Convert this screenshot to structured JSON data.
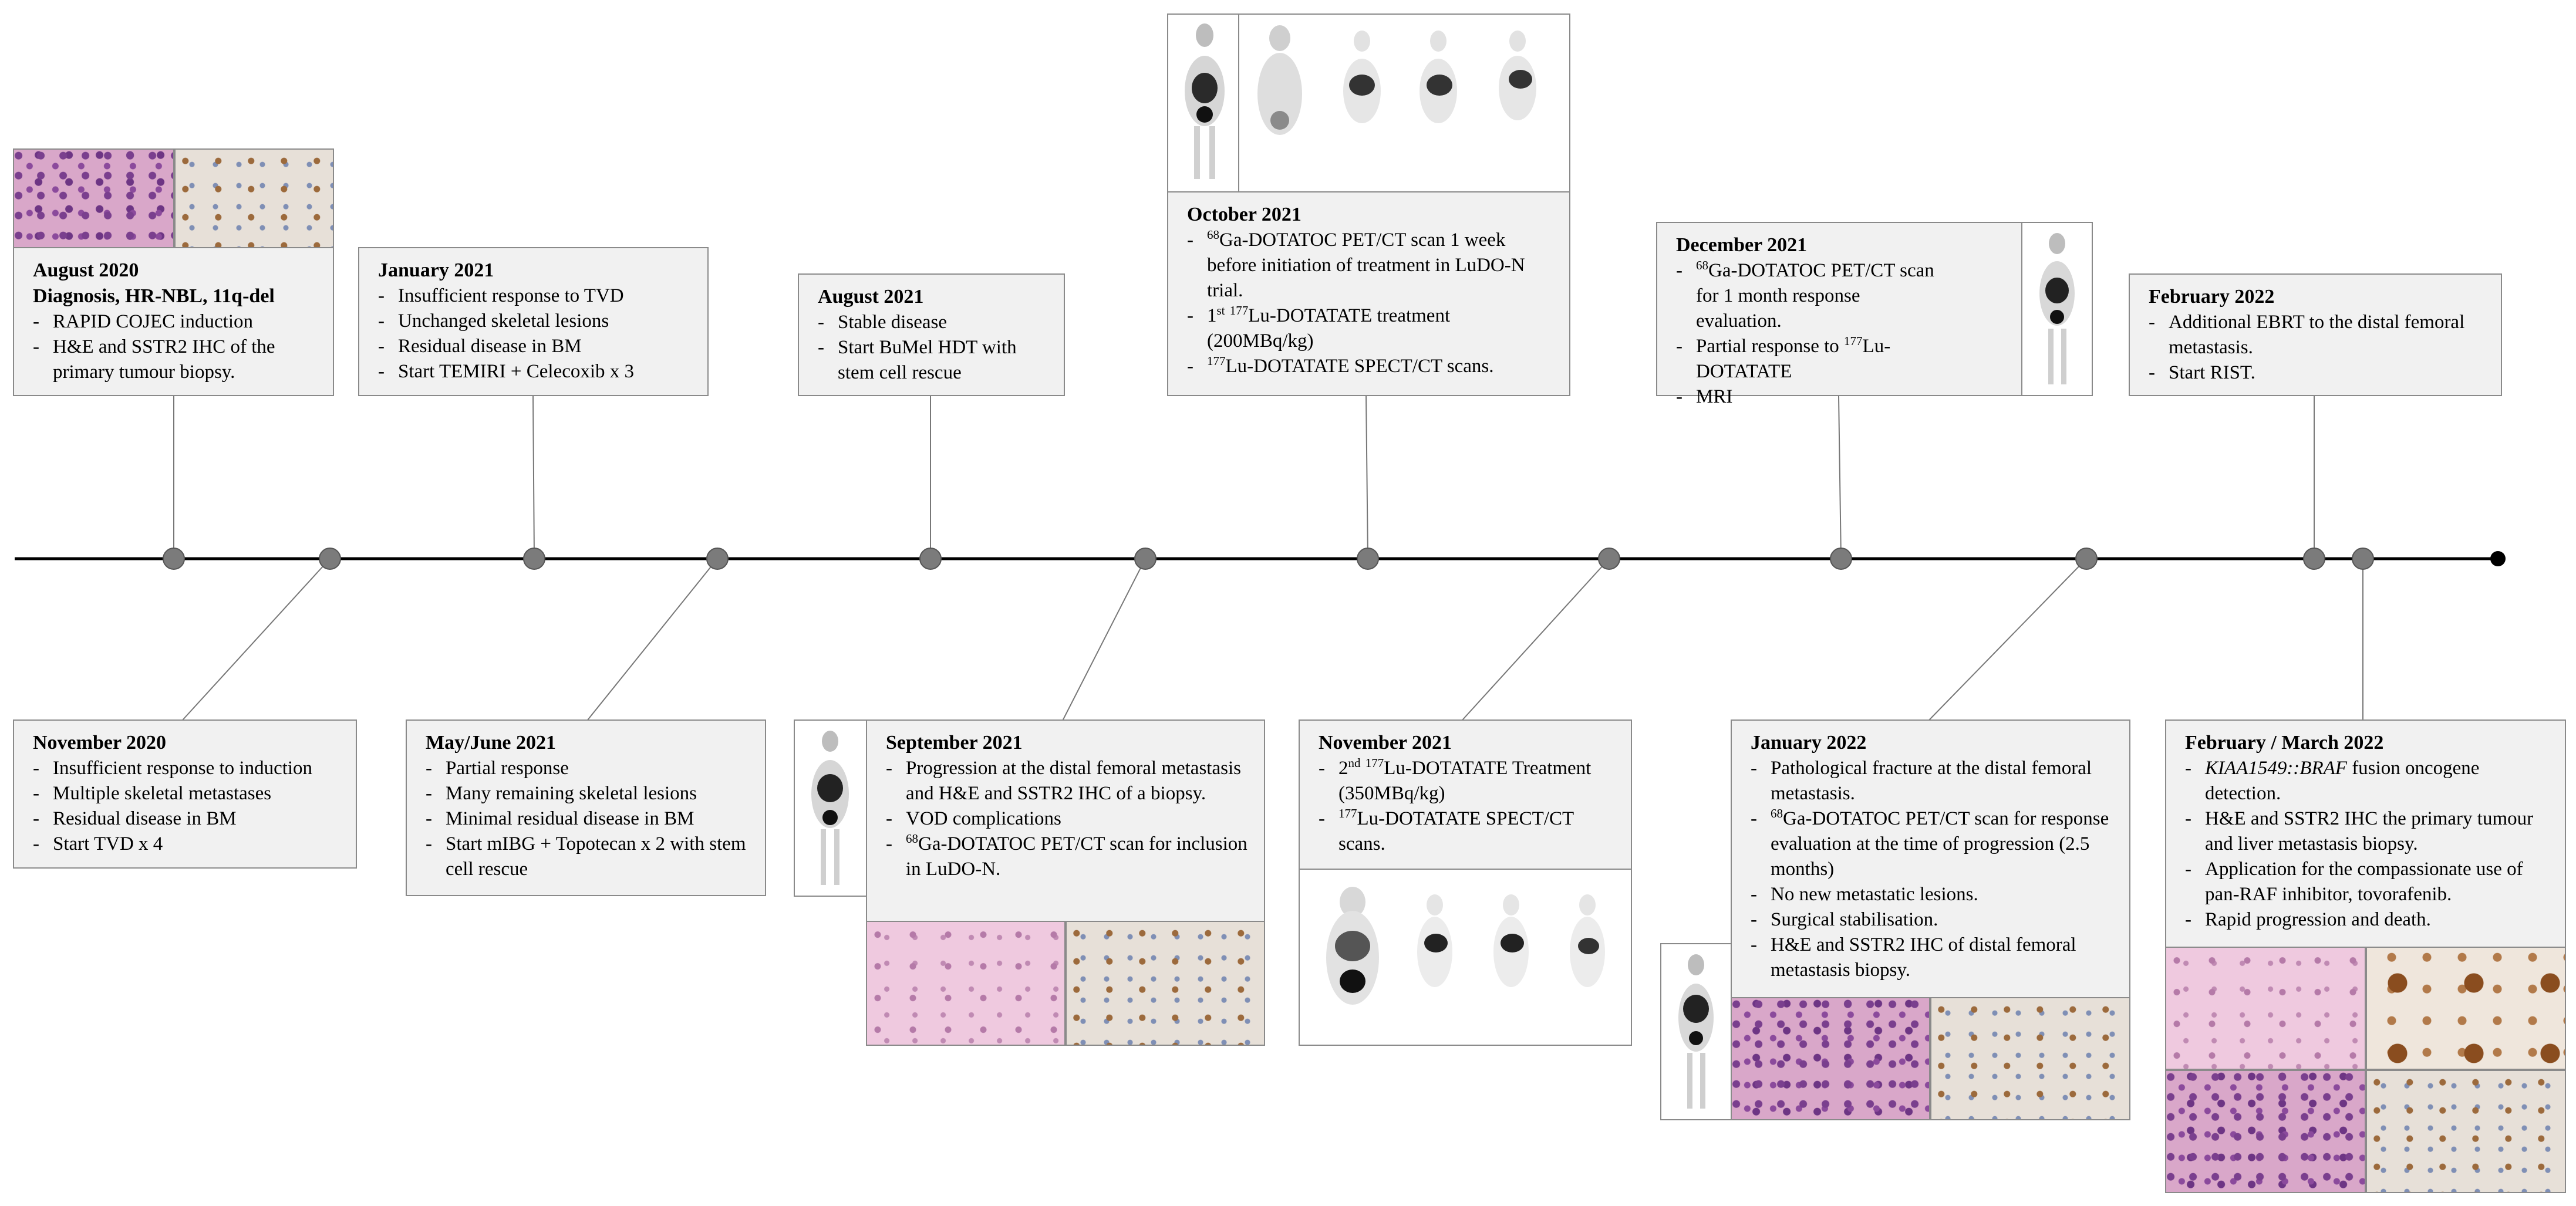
{
  "events": {
    "aug2020": {
      "date": "August 2020",
      "subtitle": "Diagnosis, HR-NBL, 11q-del",
      "items": [
        "RAPID COJEC induction",
        "H&E and SSTR2 IHC of the primary tumour biopsy."
      ]
    },
    "nov2020": {
      "date": "November 2020",
      "items": [
        "Insufficient response to induction",
        "Multiple skeletal metastases",
        "Residual disease in BM",
        "Start  TVD x 4"
      ]
    },
    "jan2021": {
      "date": "January 2021",
      "items": [
        "Insufficient response to TVD",
        "Unchanged skeletal lesions",
        "Residual disease in BM",
        "Start  TEMIRI  + Celecoxib x 3"
      ]
    },
    "may2021": {
      "date": "May/June 2021",
      "items": [
        "Partial response",
        "Many remaining  skeletal lesions",
        "Minimal residual disease in BM",
        "Start mIBG + Topotecan x 2 with stem cell rescue"
      ]
    },
    "aug2021": {
      "date": "August 2021",
      "items": [
        "Stable disease",
        "Start BuMel HDT with stem cell rescue"
      ]
    },
    "sep2021": {
      "date": "September 2021",
      "items": [
        "Progression at the distal femoral metastasis and H&E and SSTR2 IHC of a biopsy.",
        "VOD complications"
      ],
      "item3_sup": "68",
      "item3_text": "Ga-DOTATOC PET/CT scan for inclusion in LuDO-N."
    },
    "oct2021": {
      "date": "October 2021",
      "i1_sup": "68",
      "i1_text": "Ga-DOTATOC PET/CT scan 1 week before initiation of treatment in LuDO-N trial.",
      "i2_pre": "1",
      "i2_sup1": "st",
      "i2_sup2": "177",
      "i2_text": "Lu-DOTATATE treatment (200MBq/kg)",
      "i3_sup": "177",
      "i3_text": "Lu-DOTATATE SPECT/CT scans."
    },
    "nov2021": {
      "date": "November 2021",
      "i1_pre": "2",
      "i1_sup1": "nd",
      "i1_sup2": "177",
      "i1_text": "Lu-DOTATATE Treatment (350MBq/kg)",
      "i2_sup": "177",
      "i2_text": "Lu-DOTATATE SPECT/CT scans."
    },
    "dec2021": {
      "date": "December 2021",
      "i1_sup": "68",
      "i1_text": "Ga-DOTATOC PET/CT scan for 1 month response evaluation.",
      "i2_pre": "Partial response to ",
      "i2_sup": "177",
      "i2_text": "Lu-DOTATATE",
      "i3_text": "MRI"
    },
    "jan2022": {
      "date": "January 2022",
      "i1_text": "Pathological fracture at the distal femoral metastasis.",
      "i2_sup": "68",
      "i2_text": "Ga-DOTATOC PET/CT scan for response evaluation at the time of progression (2.5 months)",
      "rest": [
        "No new metastatic lesions.",
        "Surgical stabilisation.",
        "H&E and SSTR2 IHC of distal femoral metastasis biopsy."
      ]
    },
    "feb2022": {
      "date": "February 2022",
      "items": [
        "Additional EBRT to the distal femoral metastasis.",
        "Start RIST."
      ]
    },
    "febmar2022": {
      "date": "February / March 2022",
      "i1_italic": "KIAA1549::BRAF",
      "i1_text": " fusion oncogene detection.",
      "items": [
        "H&E and SSTR2 IHC the primary tumour and liver metastasis biopsy.",
        "Application for the compassionate use of pan-RAF inhibitor, tovorafenib.",
        "Rapid progression and death."
      ]
    }
  },
  "colors": {
    "box_fill": "#f1f1f1",
    "box_border": "#8a8a8a",
    "node": "#7b7b7b",
    "axis": "#000000"
  },
  "images": [
    "he-stain-image",
    "ihc-stain-image",
    "pet-scan-image",
    "spect-scan-image"
  ]
}
